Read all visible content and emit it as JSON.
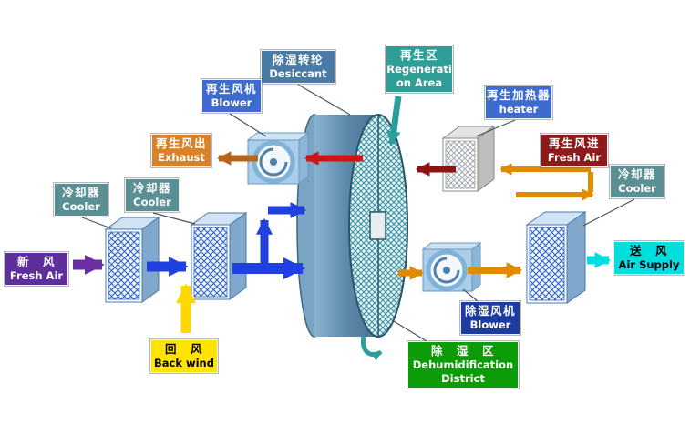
{
  "labels": {
    "desiccant_wheel": {
      "zh": "除湿转轮",
      "en": "Desiccant"
    },
    "regeneration_area": {
      "zh": "再生区",
      "en1": "Regenerati",
      "en2": "on Area"
    },
    "regen_blower": {
      "zh": "再生风机",
      "en": "Blower"
    },
    "regen_heater": {
      "zh": "再生加热器",
      "en": "heater"
    },
    "regen_exhaust": {
      "zh": "再生风出",
      "en": "Exhaust"
    },
    "regen_fresh_air": {
      "zh": "再生风进",
      "en": "Fresh Air"
    },
    "cooler_left": {
      "zh": "冷却器",
      "en": "Cooler"
    },
    "cooler_mid": {
      "zh": "冷却器",
      "en": "Cooler"
    },
    "cooler_right": {
      "zh": "冷却器",
      "en": "Cooler"
    },
    "fresh_air": {
      "zh": "新　风",
      "en": "Fresh Air"
    },
    "air_supply": {
      "zh": "送　风",
      "en": "Air Supply"
    },
    "back_wind": {
      "zh": "回　风",
      "en": "Back wind"
    },
    "dehumid_blower": {
      "zh": "除湿风机",
      "en": "Blower"
    },
    "dehumid_district": {
      "zh": "除　湿　区",
      "en1": "Dehumidification",
      "en2": "District"
    }
  },
  "colors": {
    "fresh_air_arrow": "#6a2fa0",
    "process_air_arrow": "#2040e0",
    "back_wind_arrow": "#ffd800",
    "regen_exhaust_arrow": "#cc1515",
    "regen_exhaust_out_arrow": "#b5651d",
    "heater_to_wheel_arrow": "#8e1414",
    "regen_inlet_arrow": "#e08a00",
    "air_supply_arrow": "#00dede",
    "regeneration_arrow": "#2a9d9d",
    "label_green": "#0b9c07",
    "label_navy": "#1d3ca0",
    "label_teal": "#2e9e96"
  }
}
